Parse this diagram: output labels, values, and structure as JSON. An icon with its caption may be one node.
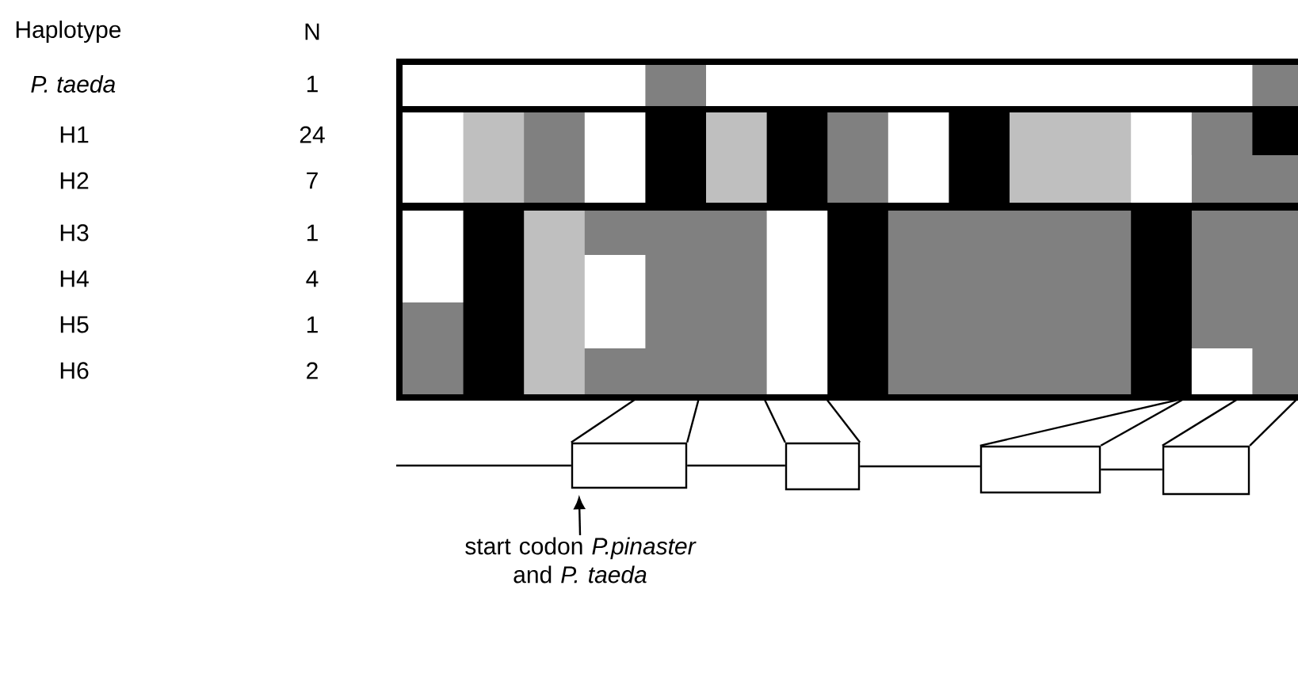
{
  "diagram": {
    "nodes": [
      {
        "text": [],
        "shape": "box"
      },
      {
        "text": [],
        "shape": "box"
      },
      {
        "text": [],
        "shape": "box"
      },
      {
        "text": [],
        "shape": "box"
      },
      {
        "text": [],
        "shape": "box"
      },
      {
        "text": [
          "start codon *P.pinaster* and *P. taeda*"
        ]
      }
    ],
    "edges": [
      {
        "from": null,
        "to": 1,
        "arrow": "none"
      },
      {
        "from": 1,
        "to": 2,
        "arrow": "none"
      },
      {
        "from": 2,
        "to": 3,
        "arrow": "none"
      },
      {
        "from": 3,
        "to": 4,
        "arrow": "none"
      },
      {
        "from": 0,
        "to": 1,
        "arrow": "none"
      },
      {
        "from": 0,
        "to": 1,
        "arrow": "none"
      },
      {
        "from": 0,
        "to": 2,
        "arrow": "none"
      },
      {
        "from": 0,
        "to": 2,
        "arrow": "none"
      },
      {
        "from": 0,
        "to": 3,
        "arrow": "none"
      },
      {
        "from": 0,
        "to": 3,
        "arrow": "none"
      },
      {
        "from": 0,
        "to": 4,
        "arrow": "none"
      },
      {
        "from": 0,
        "to": 4,
        "arrow": "none"
      },
      {
        "from": 5,
        "to": 1,
        "arrow": "to"
      }
    ],
    "labels": [
      "Haplotype",
      "N",
      "P. taeda",
      "1",
      "H1",
      "24",
      "H2",
      "7",
      "H3",
      "1",
      "H4",
      "4",
      "H5",
      "1",
      "H6",
      "2"
    ]
  }
}
